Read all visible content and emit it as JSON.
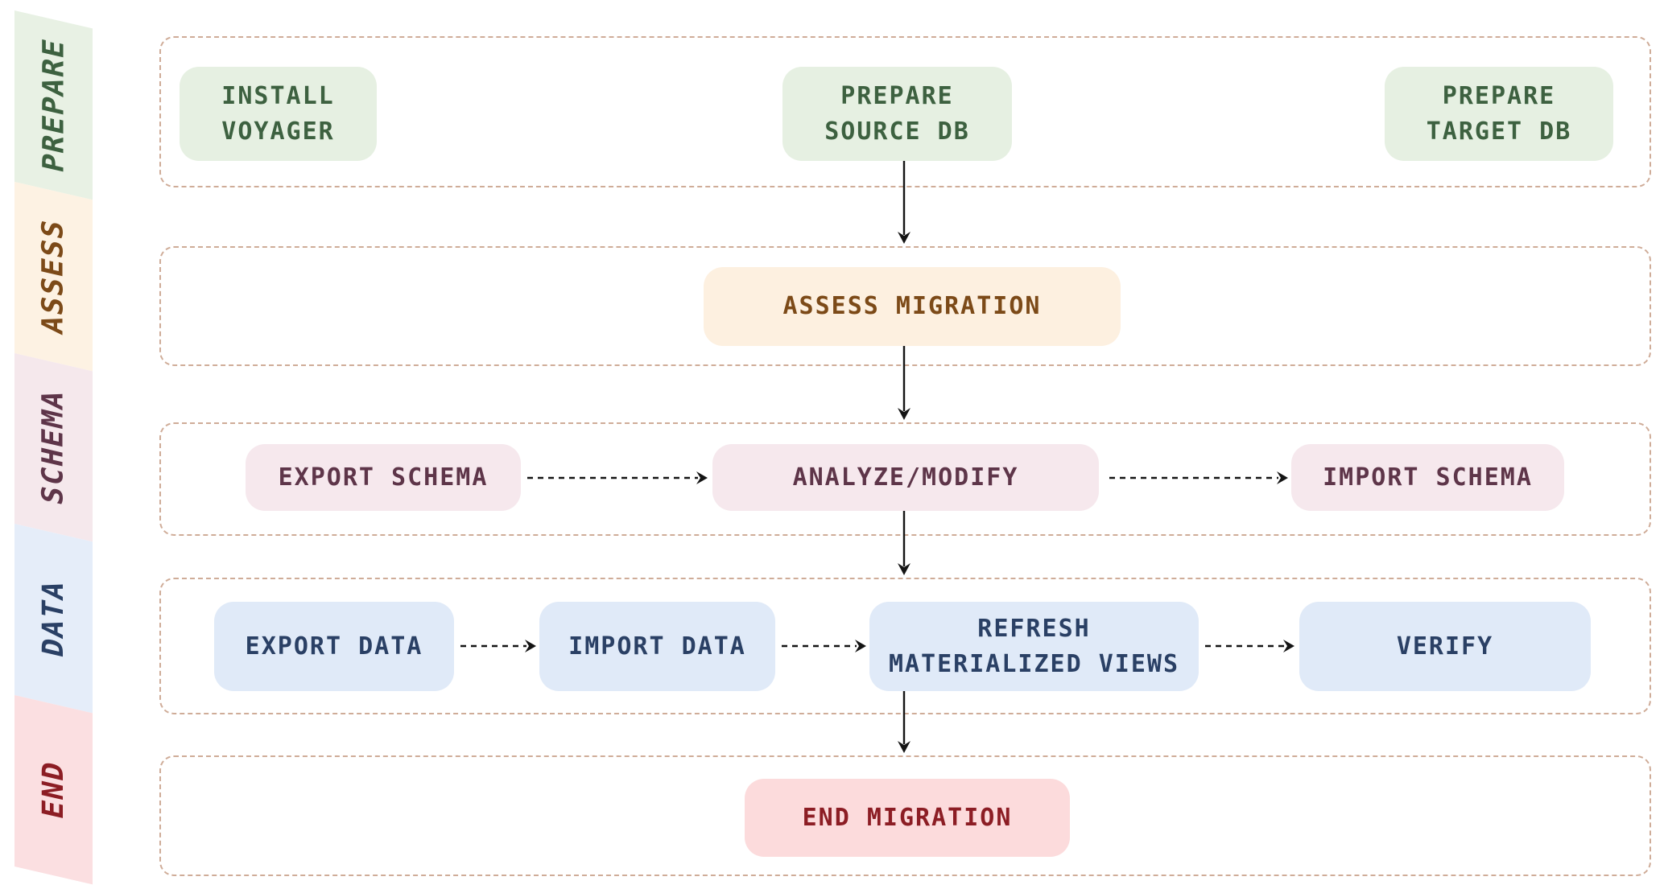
{
  "palette": {
    "canvas_bg": "#ffffff",
    "lane_border": "#cfac98",
    "arrow": "#141414",
    "prepare_bg": "#e6f0e2",
    "prepare_text": "#3d6140",
    "assess_bg": "#fdf0e0",
    "assess_text": "#7c4a18",
    "schema_bg": "#f6e8ed",
    "schema_text": "#5e3549",
    "data_bg": "#e0eaf8",
    "data_text": "#2a4065",
    "end_bg": "#fcdbdc",
    "end_text": "#8c1d24",
    "side_prepare_bg": "#e8f1e4",
    "side_assess_bg": "#fdf2e3",
    "side_schema_bg": "#f5e8ec",
    "side_data_bg": "#e5edf9",
    "side_end_bg": "#fbdfe1"
  },
  "sidebar": {
    "items": [
      {
        "label": "PREPARE"
      },
      {
        "label": "ASSESS"
      },
      {
        "label": "SCHEMA"
      },
      {
        "label": "DATA"
      },
      {
        "label": "END"
      }
    ]
  },
  "lanes": [
    {
      "name": "prepare",
      "boxes": [
        {
          "label": "INSTALL\nVOYAGER"
        },
        {
          "label": "PREPARE\nSOURCE DB"
        },
        {
          "label": "PREPARE\nTARGET DB"
        }
      ]
    },
    {
      "name": "assess",
      "boxes": [
        {
          "label": "ASSESS MIGRATION"
        }
      ]
    },
    {
      "name": "schema",
      "boxes": [
        {
          "label": "EXPORT SCHEMA"
        },
        {
          "label": "ANALYZE/MODIFY"
        },
        {
          "label": "IMPORT SCHEMA"
        }
      ]
    },
    {
      "name": "data",
      "boxes": [
        {
          "label": "EXPORT DATA"
        },
        {
          "label": "IMPORT DATA"
        },
        {
          "label": "REFRESH\nMATERIALIZED VIEWS"
        },
        {
          "label": "VERIFY"
        }
      ]
    },
    {
      "name": "end",
      "boxes": [
        {
          "label": "END MIGRATION"
        }
      ]
    }
  ],
  "connections": [
    {
      "from": "PREPARE SOURCE DB",
      "to": "ASSESS MIGRATION",
      "style": "solid"
    },
    {
      "from": "ASSESS MIGRATION",
      "to": "ANALYZE/MODIFY",
      "style": "solid"
    },
    {
      "from": "EXPORT SCHEMA",
      "to": "ANALYZE/MODIFY",
      "style": "dashed"
    },
    {
      "from": "ANALYZE/MODIFY",
      "to": "IMPORT SCHEMA",
      "style": "dashed"
    },
    {
      "from": "ANALYZE/MODIFY",
      "to": "REFRESH MATERIALIZED VIEWS",
      "style": "solid"
    },
    {
      "from": "EXPORT DATA",
      "to": "IMPORT DATA",
      "style": "dashed"
    },
    {
      "from": "IMPORT DATA",
      "to": "REFRESH MATERIALIZED VIEWS",
      "style": "dashed"
    },
    {
      "from": "REFRESH MATERIALIZED VIEWS",
      "to": "VERIFY",
      "style": "dashed"
    },
    {
      "from": "REFRESH MATERIALIZED VIEWS",
      "to": "END MIGRATION",
      "style": "solid"
    }
  ]
}
